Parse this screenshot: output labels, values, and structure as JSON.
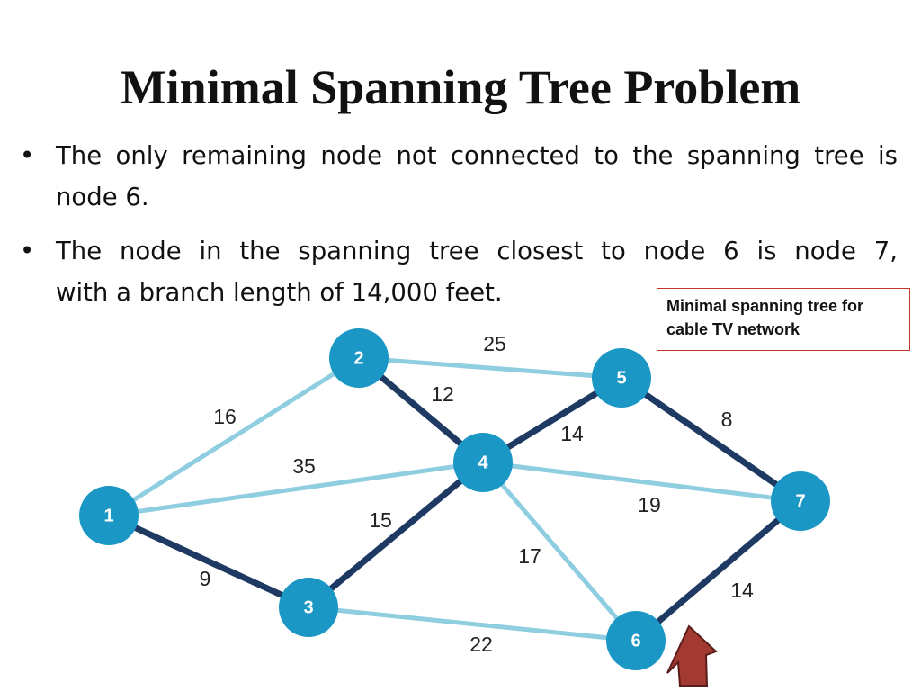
{
  "slide": {
    "title": "Minimal Spanning Tree Problem",
    "bullets": [
      {
        "marker": "•",
        "text": "The only remaining node not connected to the spanning tree is node 6."
      },
      {
        "marker": "•",
        "line1": "The node in the spanning tree closest to node 6 is node 7,",
        "line2": "with a branch length of 14,000 feet."
      }
    ],
    "caption": "Minimal spanning tree for cable TV network"
  },
  "graph": {
    "colors": {
      "node": "#1a97c4",
      "tree_edge": "#1e3a63",
      "other_edge": "#8fcde0",
      "pointer_arrow": "#a33a32"
    },
    "nodes": [
      {
        "id": "1",
        "label": "1"
      },
      {
        "id": "2",
        "label": "2"
      },
      {
        "id": "3",
        "label": "3"
      },
      {
        "id": "4",
        "label": "4"
      },
      {
        "id": "5",
        "label": "5"
      },
      {
        "id": "6",
        "label": "6"
      },
      {
        "id": "7",
        "label": "7"
      }
    ],
    "edges": [
      {
        "from": "1",
        "to": "2",
        "weight": "16",
        "in_tree": false
      },
      {
        "from": "1",
        "to": "4",
        "weight": "35",
        "in_tree": false
      },
      {
        "from": "1",
        "to": "3",
        "weight": "9",
        "in_tree": true
      },
      {
        "from": "2",
        "to": "5",
        "weight": "25",
        "in_tree": false
      },
      {
        "from": "2",
        "to": "4",
        "weight": "12",
        "in_tree": true
      },
      {
        "from": "3",
        "to": "4",
        "weight": "15",
        "in_tree": true
      },
      {
        "from": "3",
        "to": "6",
        "weight": "22",
        "in_tree": false
      },
      {
        "from": "4",
        "to": "5",
        "weight": "14",
        "in_tree": true
      },
      {
        "from": "4",
        "to": "7",
        "weight": "19",
        "in_tree": false
      },
      {
        "from": "4",
        "to": "6",
        "weight": "17",
        "in_tree": false
      },
      {
        "from": "5",
        "to": "7",
        "weight": "8",
        "in_tree": true
      },
      {
        "from": "6",
        "to": "7",
        "weight": "14",
        "in_tree": true
      }
    ],
    "highlighted_node": "6",
    "pointer_icon": "arrow-pointer-icon"
  }
}
